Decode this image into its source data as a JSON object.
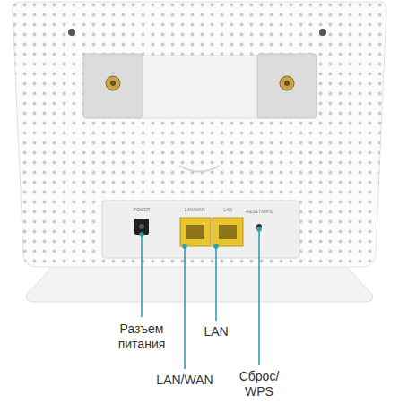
{
  "diagram": {
    "labels": [
      "POWER",
      "LAN/WAN",
      "LAN",
      "RESET/WPS",
      "Разъем питания",
      "LAN/WAN",
      "LAN",
      "Сброс/ WPS"
    ]
  }
}
